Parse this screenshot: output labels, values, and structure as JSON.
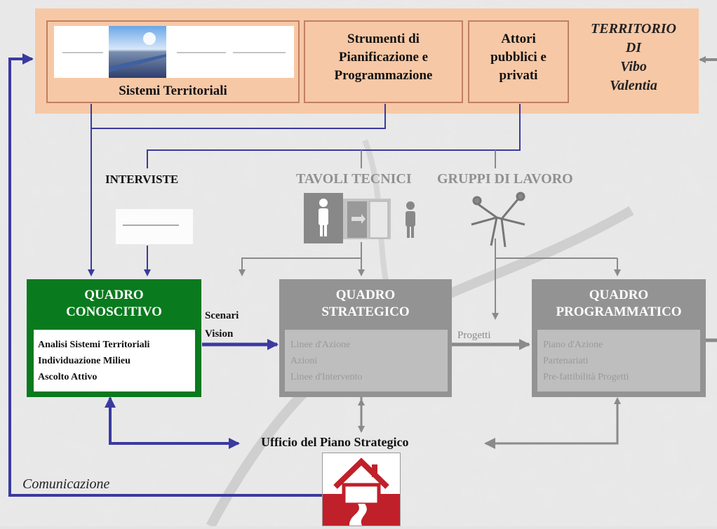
{
  "top": {
    "sistemi_territoriali": "Sistemi Territoriali",
    "strumenti": [
      "Strumenti di",
      "Pianificazione e",
      "Programmazione"
    ],
    "attori": [
      "Attori",
      "pubblici e",
      "privati"
    ],
    "territorio": [
      "TERRITORIO",
      "DI",
      "Vibo",
      "Valentia"
    ]
  },
  "labels": {
    "interviste": "INTERVISTE",
    "tavoli_tecnici": "TAVOLI TECNICI",
    "gruppi_di_lavoro": "GRUPPI DI LAVORO",
    "scenari": "Scenari",
    "vision": "Vision",
    "progetti": "Progetti",
    "ufficio": "Ufficio del Piano Strategico",
    "comunicazione": "Comunicazione"
  },
  "quadri": {
    "conoscitivo": {
      "title": [
        "QUADRO",
        "CONOSCITIVO"
      ],
      "items": [
        "Analisi Sistemi Territoriali",
        "Individuazione Milieu",
        "Ascolto Attivo"
      ],
      "color": "#0a7a1e"
    },
    "strategico": {
      "title": [
        "QUADRO",
        "STRATEGICO"
      ],
      "items": [
        "Linee d'Azione",
        "Azioni",
        "Linee d'Intervento"
      ],
      "color": "#939393"
    },
    "programmatico": {
      "title": [
        "QUADRO",
        "PROGRAMMATICO"
      ],
      "items": [
        "Piano d'Azione",
        "Partenariati",
        "Pre-fattibilità Progetti"
      ],
      "color": "#939393"
    }
  },
  "colors": {
    "blue_arrow": "#3a3aa0",
    "grey_arrow": "#8a8a8a",
    "peach": "#f7c8a6",
    "logo_red": "#c0202a"
  },
  "icons": [
    "map-photo-icon",
    "meeting-room-icon",
    "work-group-icon",
    "interview-doc-icon",
    "house-logo-icon"
  ]
}
